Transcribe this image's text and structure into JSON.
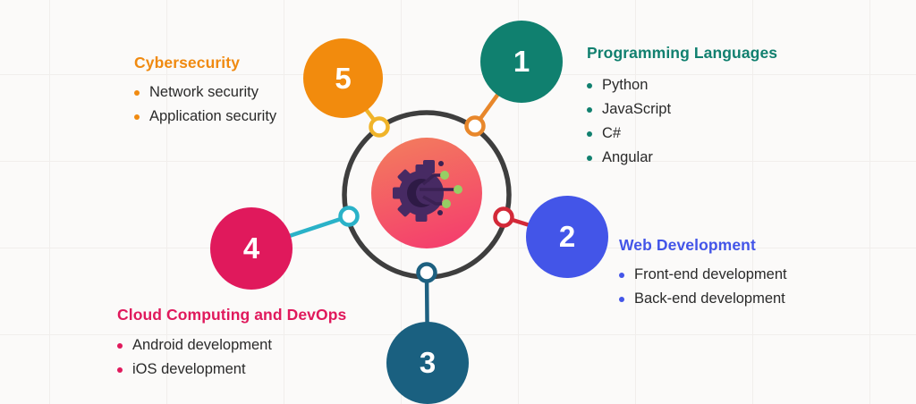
{
  "hub": {
    "icon": "ai-circuit-gear-icon",
    "ring_color": "#3E3E3E",
    "gradient_top": "#F37A5E",
    "gradient_bottom": "#F43F6D",
    "gear_color": "#472A63",
    "circuit_dot_color": "#97CE64"
  },
  "sections": [
    {
      "number": "1",
      "title": "Programming Languages",
      "accent_color": "#11806F",
      "connector_color": "#E8872B",
      "items": [
        "Python",
        "JavaScript",
        "C#",
        "Angular"
      ]
    },
    {
      "number": "2",
      "title": "Web Development",
      "accent_color": "#4355E8",
      "connector_color": "#D32938",
      "items": [
        "Front-end development",
        "Back-end development"
      ]
    },
    {
      "number": "3",
      "accent_color": "#1A6080",
      "connector_color": "#1D6080",
      "items": []
    },
    {
      "number": "4",
      "title": "Cloud Computing and DevOps",
      "accent_color": "#E0195C",
      "connector_color": "#2AB2C8",
      "items": [
        "Android development",
        "iOS development"
      ]
    },
    {
      "number": "5",
      "title": "Cybersecurity",
      "accent_color": "#F28B0D",
      "connector_color": "#F0B42A",
      "items": [
        "Network security",
        "Application security"
      ]
    }
  ]
}
